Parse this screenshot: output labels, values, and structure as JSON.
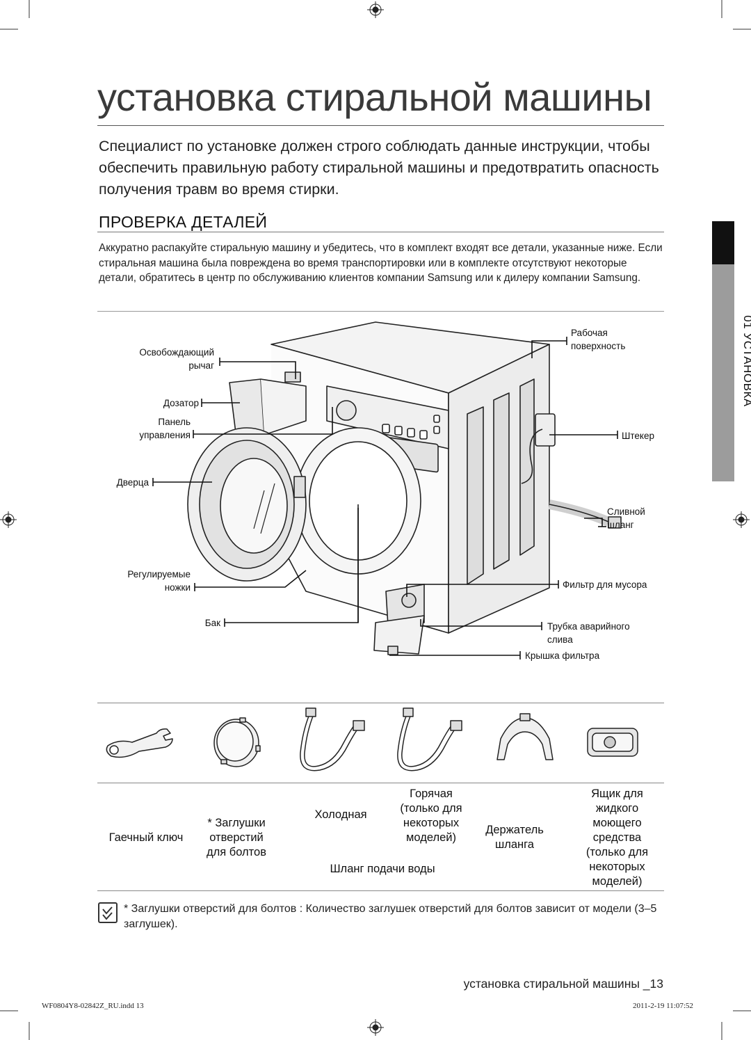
{
  "page": {
    "title": "установка стиральной машины",
    "intro": "Специалист по установке должен строго соблюдать данные инструкции, чтобы обеспечить правильную работу стиральной машины и предотвратить опасность получения травм во время стирки.",
    "section_heading": "ПРОВЕРКА ДЕТАЛЕЙ",
    "body": "Аккуратно распакуйте стиральную машину и убедитесь, что в комплект входят все детали, указанные ниже. Если стиральная машина была повреждена во время транспортировки или в комплекте отсутствуют некоторые детали, обратитесь в центр по обслуживанию клиентов компании Samsung или к дилеру компании Samsung.",
    "side_tab": "01 УСТАНОВКА"
  },
  "diagram_labels": {
    "release_lever_1": "Освобождающий",
    "release_lever_2": "рычаг",
    "dispenser": "Дозатор",
    "panel_1": "Панель",
    "panel_2": "управления",
    "door": "Дверца",
    "feet_1": "Регулируемые",
    "feet_2": "ножки",
    "tub": "Бак",
    "worktop_1": "Рабочая",
    "worktop_2": "поверхность",
    "plug": "Штекер",
    "drain_1": "Сливной",
    "drain_2": "шланг",
    "filter": "Фильтр для мусора",
    "emergency_1": "Трубка аварийного",
    "emergency_2": "слива",
    "filter_cover": "Крышка фильтра"
  },
  "accessories": {
    "spanner": "Гаечный ключ",
    "caps_1": "* Заглушки",
    "caps_2": "отверстий",
    "caps_3": "для болтов",
    "cold": "Холодная",
    "hot_1": "Горячая",
    "hot_2": "(только для",
    "hot_3": "некоторых",
    "hot_4": "моделей)",
    "hose_group": "Шланг подачи воды",
    "holder_1": "Держатель",
    "holder_2": "шланга",
    "box_1": "Ящик для",
    "box_2": "жидкого",
    "box_3": "моющего",
    "box_4": "средства",
    "box_5": "(только для",
    "box_6": "некоторых",
    "box_7": "моделей)"
  },
  "note": {
    "bold": "* Заглушки отверстий для болтов",
    "text": " : Количество заглушек отверстий для болтов зависит от модели (3–5 заглушек)."
  },
  "footer": {
    "title": "установка стиральной машины _13",
    "print_left": "WF0804Y8-02842Z_RU.indd 13",
    "print_right": "2011-2-19   11:07:52"
  }
}
